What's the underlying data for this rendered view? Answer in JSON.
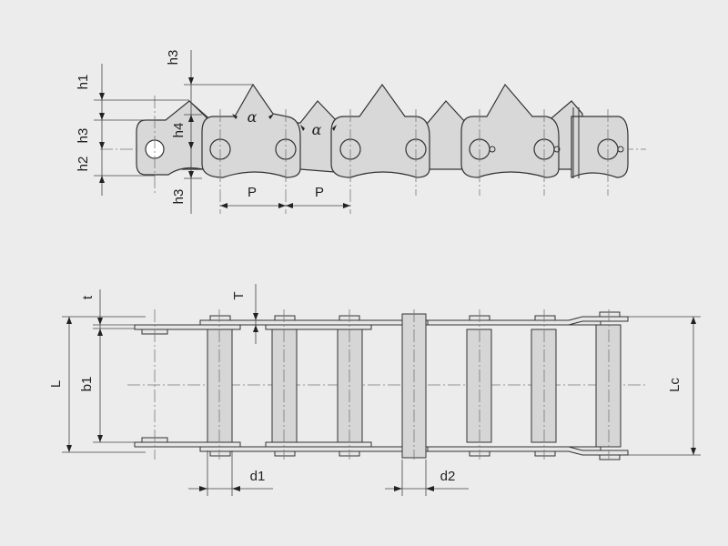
{
  "top_view": {
    "labels": {
      "h1": "h1",
      "h3_top": "h3",
      "h3_mid": "h3",
      "h2": "h2",
      "h4": "h4",
      "h3_bottom": "h3",
      "alpha_1": "α",
      "alpha_2": "α",
      "p_1": "P",
      "p_2": "P"
    }
  },
  "side_view": {
    "labels": {
      "t": "t",
      "T": "T",
      "L": "L",
      "b1": "b1",
      "Lc": "Lc",
      "d1": "d1",
      "d2": "d2"
    }
  },
  "colors": {
    "background": "#ececec",
    "part_fill": "#d8d8d8",
    "line": "#333333"
  }
}
